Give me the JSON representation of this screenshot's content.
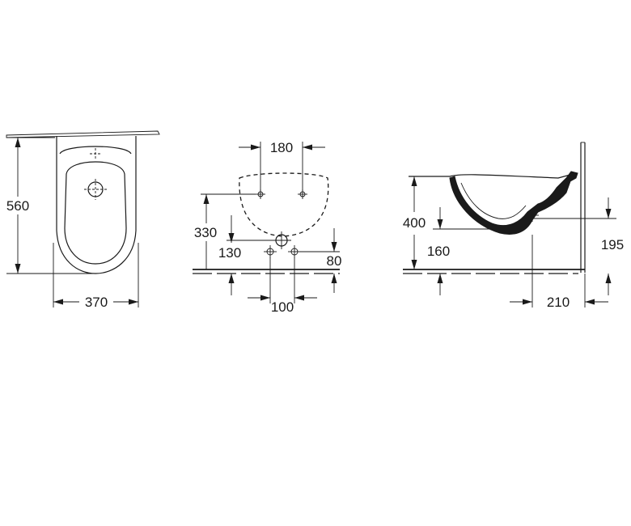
{
  "views": {
    "front": {
      "height_label": "560",
      "width_label": "370"
    },
    "top": {
      "tap_spacing_label": "180",
      "waste_height_label": "330",
      "inlet_height_label": "130",
      "inlet_offset_label": "80",
      "inlet_spacing_label": "100"
    },
    "side": {
      "rim_height_label": "400",
      "waste_level_label": "160",
      "outlet_height_label": "195",
      "projection_label": "210"
    }
  }
}
